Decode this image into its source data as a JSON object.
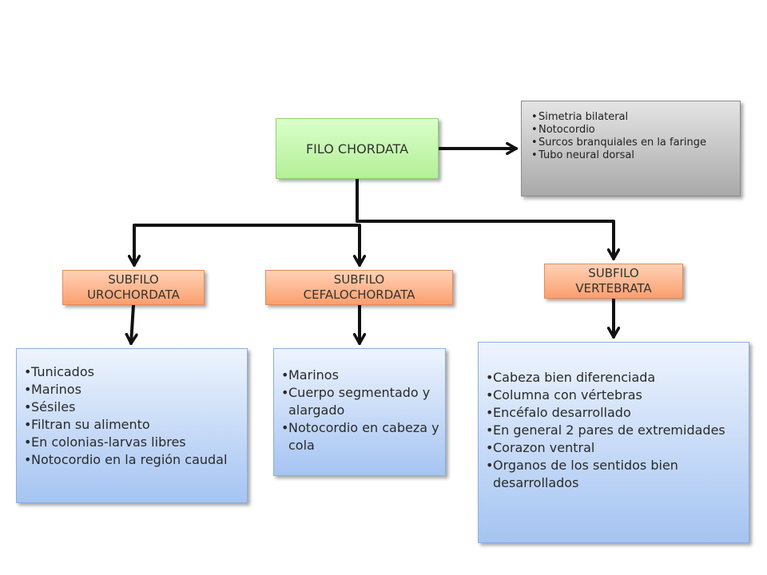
{
  "root": {
    "label": "FILO CHORDATA"
  },
  "traits": [
    "Simetria bilateral",
    "Notocordio",
    "Surcos branquiales en la faringe",
    "Tubo neural dorsal"
  ],
  "subfilos": {
    "uro": {
      "line1": "SUBFILO",
      "line2": "UROCHORDATA"
    },
    "cefa": {
      "line1": "SUBFILO",
      "line2": "CEFALOCHORDATA"
    },
    "vert": {
      "line1": "SUBFILO",
      "line2": "VERTEBRATA"
    }
  },
  "details": {
    "uro": [
      "Tunicados",
      "Marinos",
      "Sésiles",
      "Filtran su alimento",
      "En colonias-larvas libres",
      "Notocordio en la región caudal"
    ],
    "cefa": [
      "Marinos",
      "Cuerpo segmentado y alargado",
      "Notocordio en cabeza y cola"
    ],
    "vert": [
      "Cabeza bien diferenciada",
      "Columna con vértebras",
      "Encéfalo desarrollado",
      "En general 2 pares de extremidades",
      "Corazon ventral",
      "Organos de los sentidos bien desarrollados"
    ]
  },
  "colors": {
    "root_fill": "#c6f7ae",
    "traits_fill": "#bdbdbd",
    "subfilo_fill": "#fcb489",
    "detail_fill": "#c4d8f7",
    "connector": "#111111"
  }
}
